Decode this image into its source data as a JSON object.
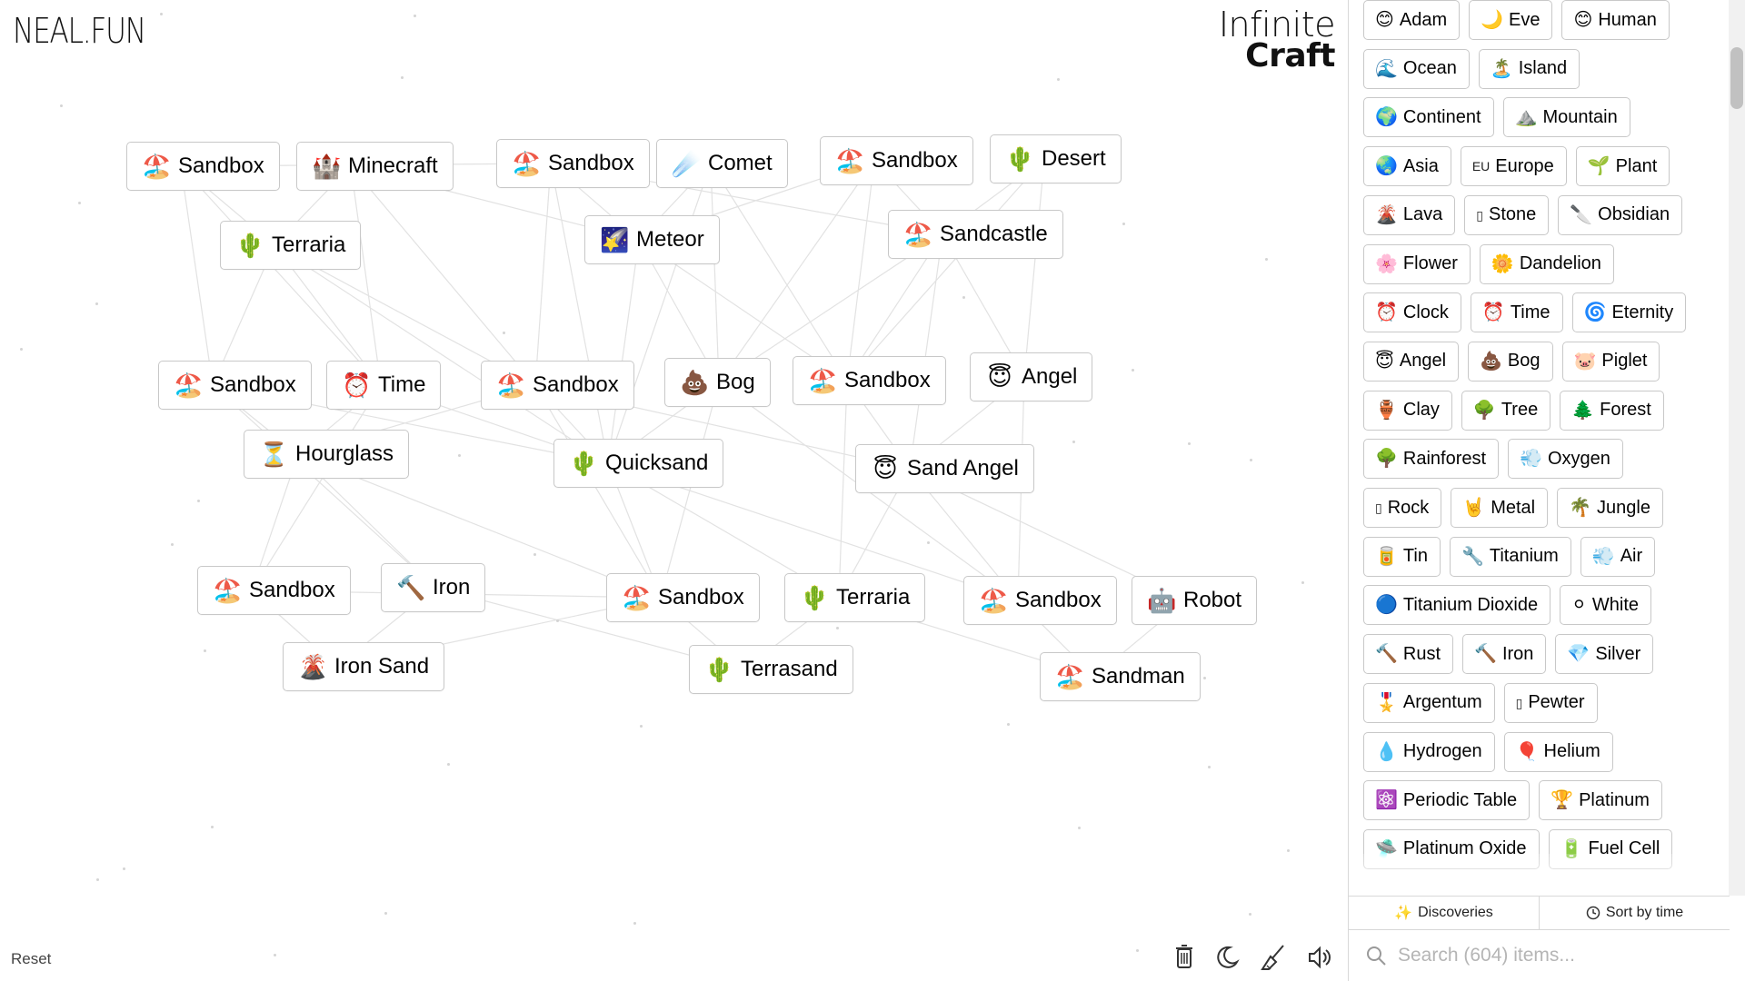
{
  "brand": {
    "logo": "NEAL.FUN",
    "title_line1": "Infinite",
    "title_line2": "Craft"
  },
  "canvas": {
    "nodes": [
      {
        "label": "Sandbox",
        "emoji": "🏖️"
      },
      {
        "label": "Minecraft",
        "emoji": "🏰"
      },
      {
        "label": "Sandbox",
        "emoji": "🏖️"
      },
      {
        "label": "Comet",
        "emoji": "☄️"
      },
      {
        "label": "Sandbox",
        "emoji": "🏖️"
      },
      {
        "label": "Desert",
        "emoji": "🌵"
      },
      {
        "label": "Terraria",
        "emoji": "🌵"
      },
      {
        "label": "Meteor",
        "emoji": "🌠"
      },
      {
        "label": "Sandcastle",
        "emoji": "🏖️"
      },
      {
        "label": "Sandbox",
        "emoji": "🏖️"
      },
      {
        "label": "Time",
        "emoji": "⏰"
      },
      {
        "label": "Sandbox",
        "emoji": "🏖️"
      },
      {
        "label": "Bog",
        "emoji": "💩"
      },
      {
        "label": "Sandbox",
        "emoji": "🏖️"
      },
      {
        "label": "Angel",
        "emoji": "😇"
      },
      {
        "label": "Hourglass",
        "emoji": "⏳"
      },
      {
        "label": "Quicksand",
        "emoji": "🌵"
      },
      {
        "label": "Sand Angel",
        "emoji": "😇"
      },
      {
        "label": "Sandbox",
        "emoji": "🏖️"
      },
      {
        "label": "Iron",
        "emoji": "🔨"
      },
      {
        "label": "Sandbox",
        "emoji": "🏖️"
      },
      {
        "label": "Terraria",
        "emoji": "🌵"
      },
      {
        "label": "Sandbox",
        "emoji": "🏖️"
      },
      {
        "label": "Robot",
        "emoji": "🤖"
      },
      {
        "label": "Iron Sand",
        "emoji": "🌋"
      },
      {
        "label": "Terrasand",
        "emoji": "🌵"
      },
      {
        "label": "Sandman",
        "emoji": "🏖️"
      }
    ],
    "reset_label": "Reset"
  },
  "sidebar": {
    "rows": [
      [
        {
          "label": "Adam",
          "emoji": "😊"
        },
        {
          "label": "Eve",
          "emoji": "🌙"
        },
        {
          "label": "Human",
          "emoji": "😊"
        }
      ],
      [
        {
          "label": "Ocean",
          "emoji": "🌊"
        },
        {
          "label": "Island",
          "emoji": "🏝️"
        }
      ],
      [
        {
          "label": "Continent",
          "emoji": "🌍"
        },
        {
          "label": "Mountain",
          "emoji": "⛰️"
        }
      ],
      [
        {
          "label": "Asia",
          "emoji": "🌏"
        },
        {
          "label": "Europe",
          "emoji": "EU"
        },
        {
          "label": "Plant",
          "emoji": "🌱"
        }
      ],
      [
        {
          "label": "Lava",
          "emoji": "🌋"
        },
        {
          "label": "Stone",
          "emoji": "▯"
        },
        {
          "label": "Obsidian",
          "emoji": "🔪"
        }
      ],
      [
        {
          "label": "Flower",
          "emoji": "🌸"
        },
        {
          "label": "Dandelion",
          "emoji": "🌼"
        }
      ],
      [
        {
          "label": "Clock",
          "emoji": "⏰"
        },
        {
          "label": "Time",
          "emoji": "⏰"
        },
        {
          "label": "Eternity",
          "emoji": "🌀"
        }
      ],
      [
        {
          "label": "Angel",
          "emoji": "😇"
        },
        {
          "label": "Bog",
          "emoji": "💩"
        },
        {
          "label": "Piglet",
          "emoji": "🐷"
        }
      ],
      [
        {
          "label": "Clay",
          "emoji": "🏺"
        },
        {
          "label": "Tree",
          "emoji": "🌳"
        },
        {
          "label": "Forest",
          "emoji": "🌲"
        }
      ],
      [
        {
          "label": "Rainforest",
          "emoji": "🌳"
        },
        {
          "label": "Oxygen",
          "emoji": "💨"
        }
      ],
      [
        {
          "label": "Rock",
          "emoji": "▯"
        },
        {
          "label": "Metal",
          "emoji": "🤘"
        },
        {
          "label": "Jungle",
          "emoji": "🌴"
        }
      ],
      [
        {
          "label": "Tin",
          "emoji": "🥫"
        },
        {
          "label": "Titanium",
          "emoji": "🔧"
        },
        {
          "label": "Air",
          "emoji": "💨"
        }
      ],
      [
        {
          "label": "Titanium Dioxide",
          "emoji": "🔵"
        },
        {
          "label": "White",
          "emoji": "⚪"
        }
      ],
      [
        {
          "label": "Rust",
          "emoji": "🔨"
        },
        {
          "label": "Iron",
          "emoji": "🔨"
        },
        {
          "label": "Silver",
          "emoji": "💎"
        }
      ],
      [
        {
          "label": "Argentum",
          "emoji": "🎖️"
        },
        {
          "label": "Pewter",
          "emoji": "▯"
        }
      ],
      [
        {
          "label": "Hydrogen",
          "emoji": "💧"
        },
        {
          "label": "Helium",
          "emoji": "🎈"
        }
      ],
      [
        {
          "label": "Periodic Table",
          "emoji": "⚛️"
        },
        {
          "label": "Platinum",
          "emoji": "🏆"
        }
      ],
      [
        {
          "label": "Platinum Oxide",
          "emoji": "🛸"
        },
        {
          "label": "Fuel Cell",
          "emoji": "🔋"
        }
      ]
    ],
    "tabs": {
      "discoveries": "Discoveries",
      "sort": "Sort by time"
    },
    "search": {
      "placeholder": "Search (604) items..."
    }
  },
  "colors": {
    "border": "#c8c8c8",
    "line": "#e2e2e2",
    "text": "#040404"
  }
}
